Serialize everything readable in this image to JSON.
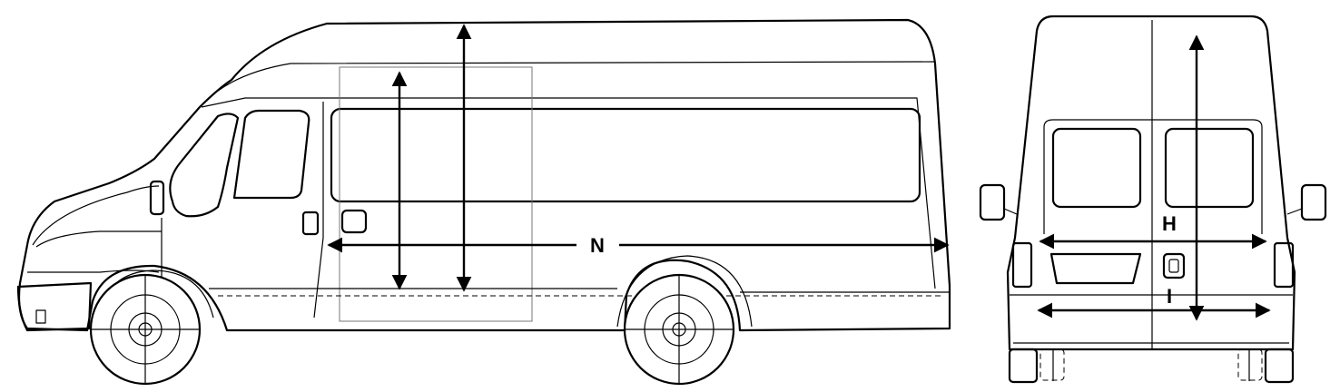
{
  "drawing": {
    "dimension_labels": {
      "length": "N",
      "width": "H",
      "track": "I"
    },
    "line_color": "#000000",
    "background": "#ffffff"
  }
}
